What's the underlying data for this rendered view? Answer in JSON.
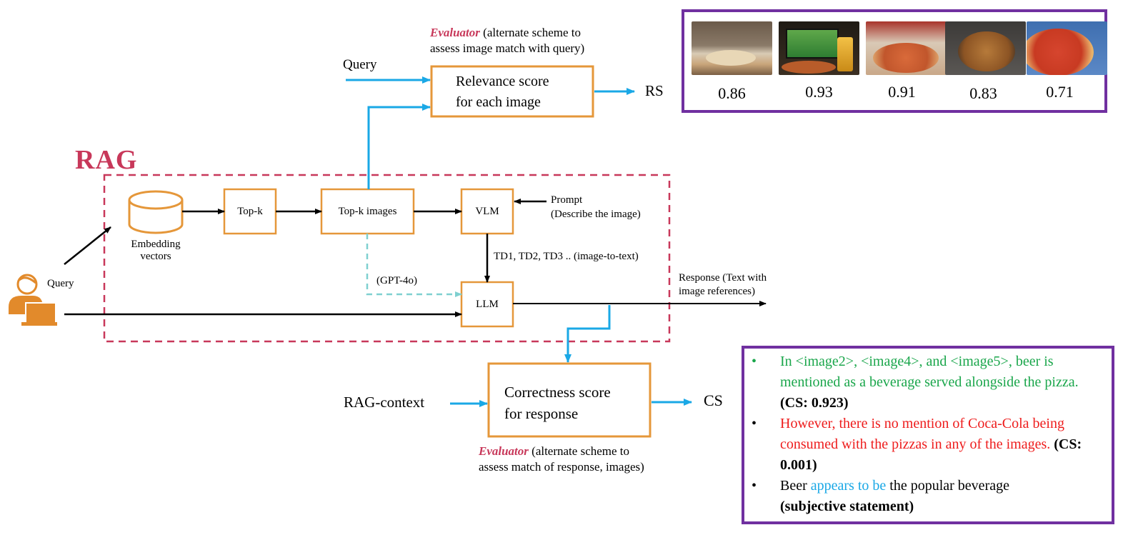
{
  "rag_title": "RAG",
  "user": {
    "query_label": "Query"
  },
  "nodes": {
    "embedding": "Embedding vectors",
    "topk": "Top-k",
    "topk_images": "Top-k images",
    "vlm": "VLM",
    "llm": "LLM"
  },
  "prompt_label": {
    "line1": "Prompt",
    "line2": "(Describe the image)"
  },
  "td_label": "TD1, TD2, TD3 .. (image-to-text)",
  "gpt_label": "(GPT-4o)",
  "response_label": {
    "line1": "Response (Text with",
    "line2": "image references)"
  },
  "relevance": {
    "query_label": "Query",
    "evaluator_word": "Evaluator",
    "evaluator_line1": " (alternate scheme to",
    "evaluator_line2": "assess image match with query)",
    "box_line1": "Relevance score",
    "box_line2": "for each image",
    "output": "RS"
  },
  "correctness": {
    "input_label": "RAG-context",
    "box_line1": "Correctness score",
    "box_line2": "for response",
    "output": "CS",
    "evaluator_word": "Evaluator",
    "evaluator_line1": " (alternate scheme to",
    "evaluator_line2": "assess match of response, images)"
  },
  "image_panel": {
    "images": [
      {
        "icon": "pizza-table-photo",
        "score": "0.86"
      },
      {
        "icon": "pizza-tv-beer-photo",
        "score": "0.93"
      },
      {
        "icon": "pizza-cola-photo",
        "score": "0.91"
      },
      {
        "icon": "pizza-pan-photo",
        "score": "0.83"
      },
      {
        "icon": "pizza-closeup-photo",
        "score": "0.71"
      }
    ]
  },
  "statements": {
    "s1_text": "In <image2>, <image4>, and <image5>, beer is mentioned as a beverage served alongside the pizza.",
    "s1_score": "(CS: 0.923)",
    "s2_text": "However, there is no mention of Coca-Cola being consumed with the pizzas in any of the images.",
    "s2_score": "(CS: 0.001)",
    "s3_before": "Beer ",
    "s3_highlight": "appears to be",
    "s3_after": " the popular beverage",
    "s3_note": "(subjective statement)"
  },
  "colors": {
    "box_border": "#e5973a",
    "rag_border": "#c8385a",
    "panel_border": "#7030a0",
    "arrow_blue": "#1aa8e6",
    "dashed_teal": "#7fd0d0",
    "green": "#1aa64b",
    "red": "#ee1c1c",
    "user_icon": "#e28a2b"
  }
}
